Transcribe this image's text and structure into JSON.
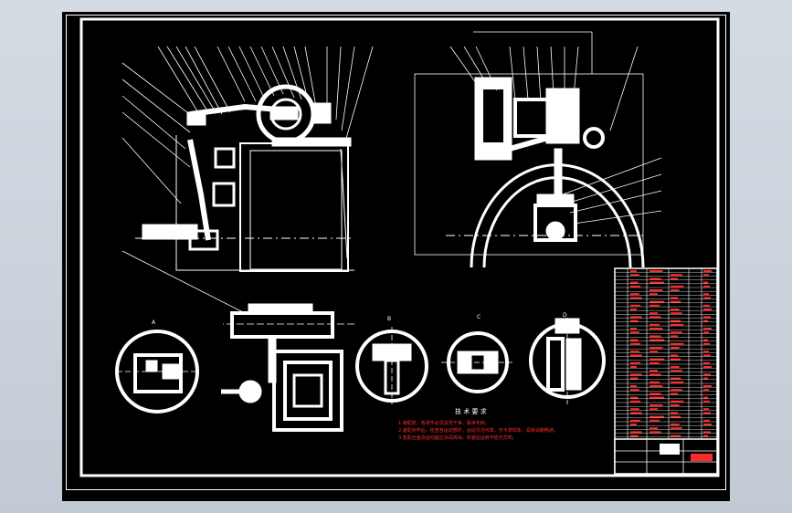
{
  "drawing": {
    "tech_requirements_title": "技 术 要 求",
    "tech_requirements": [
      "1.装配前，各零件必须清洗干净，除净毛刺。",
      "2.装配完毕后，检查各运动部件，运动灵活可靠，无卡滞现象，润滑油路畅通。",
      "3.各配合面及运动面应涂润滑油，安装后运转平稳无异响。"
    ],
    "view_labels": [
      "A",
      "B",
      "C",
      "D"
    ]
  },
  "colors": {
    "background": "#c8d0d9",
    "sheet": "#000000",
    "line": "#ffffff",
    "annotation": "#ff2a2a"
  }
}
